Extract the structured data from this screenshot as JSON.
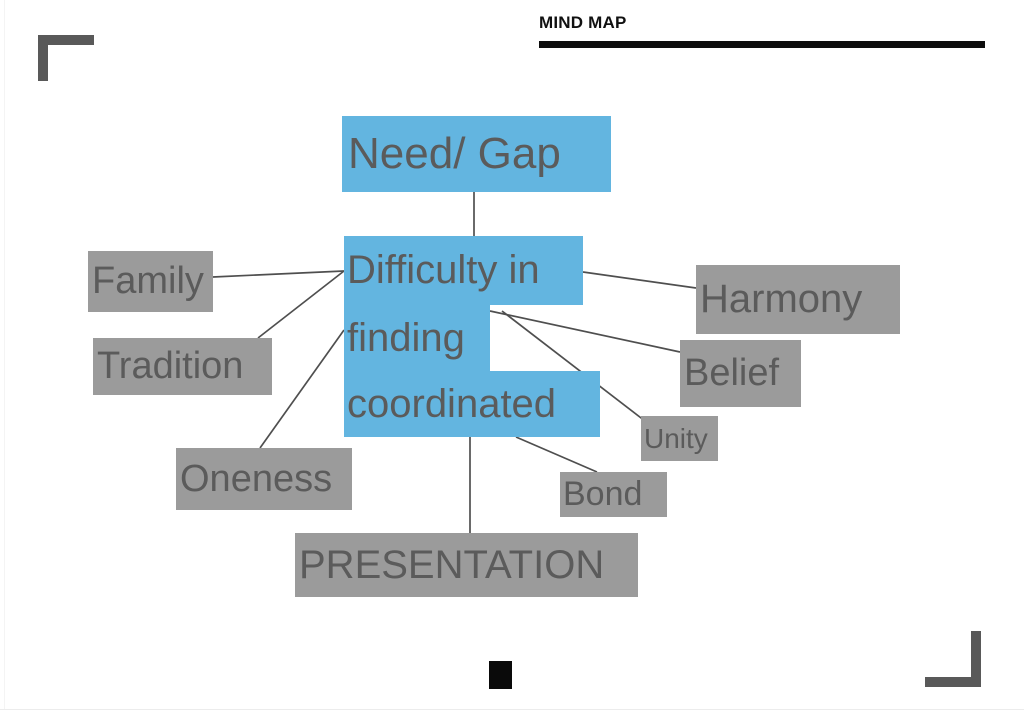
{
  "header": {
    "title": "MIND MAP",
    "rule_color": "#0d0d0d"
  },
  "colors": {
    "node_blue": "#63b5e0",
    "node_gray": "#9b9b9b",
    "node_text": "#5b5b5b",
    "connector": "#4f4f4f",
    "bracket": "#595959",
    "marker": "#0a0a0a",
    "background": "#ffffff"
  },
  "diagram": {
    "type": "mind-map",
    "central_topic": {
      "label": "Difficulty in finding coordinated",
      "lines": [
        "Difficulty in",
        "finding",
        "coordinated"
      ],
      "style": "blue"
    },
    "nodes": [
      {
        "id": "need-gap",
        "label": "Need/ Gap",
        "style": "blue"
      },
      {
        "id": "family",
        "label": "Family",
        "style": "gray"
      },
      {
        "id": "tradition",
        "label": "Tradition",
        "style": "gray"
      },
      {
        "id": "oneness",
        "label": "Oneness",
        "style": "gray"
      },
      {
        "id": "harmony",
        "label": "Harmony",
        "style": "gray"
      },
      {
        "id": "belief",
        "label": "Belief",
        "style": "gray"
      },
      {
        "id": "unity",
        "label": "Unity",
        "style": "gray"
      },
      {
        "id": "bond",
        "label": "Bond",
        "style": "gray"
      },
      {
        "id": "presentation",
        "label": "PRESENTATION",
        "style": "gray"
      }
    ],
    "connections": [
      {
        "from": "central",
        "to": "need-gap"
      },
      {
        "from": "central",
        "to": "family"
      },
      {
        "from": "central",
        "to": "tradition"
      },
      {
        "from": "central",
        "to": "oneness"
      },
      {
        "from": "central",
        "to": "harmony"
      },
      {
        "from": "central",
        "to": "belief"
      },
      {
        "from": "central",
        "to": "unity"
      },
      {
        "from": "central",
        "to": "bond"
      },
      {
        "from": "central",
        "to": "presentation"
      }
    ]
  }
}
